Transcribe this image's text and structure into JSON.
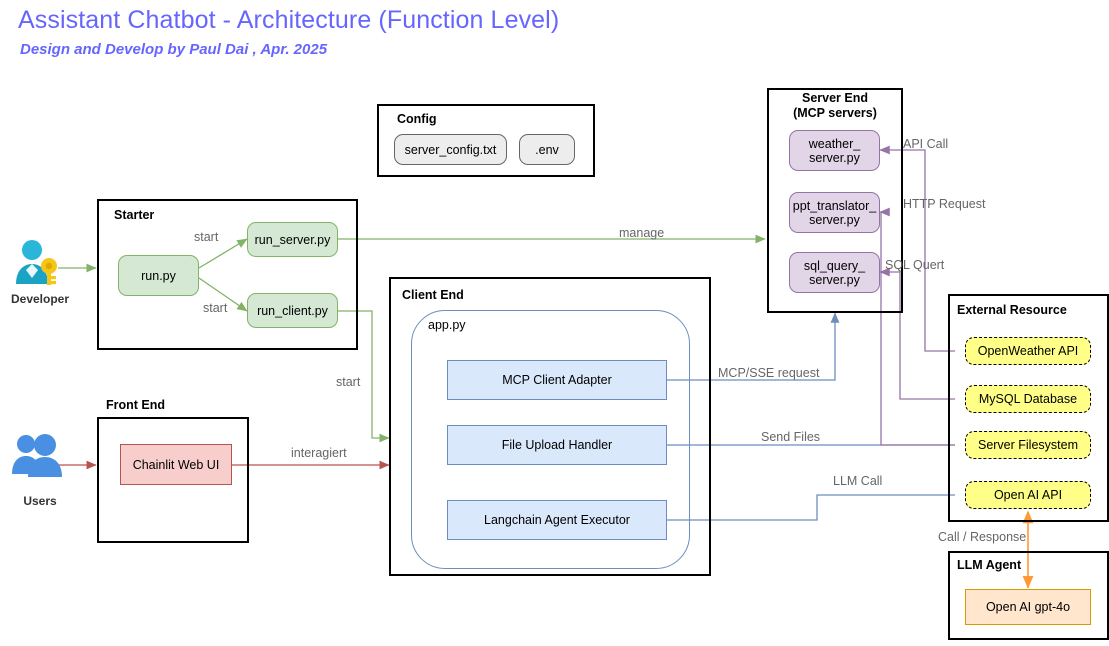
{
  "header": {
    "title": "Assistant Chatbot - Architecture (Function Level)",
    "subtitle": "Design and Develop by Paul Dai , Apr. 2025",
    "title_color": "#6666ff"
  },
  "actors": [
    {
      "name": "developer",
      "label": "Developer",
      "icon": "person-with-key-icon"
    },
    {
      "name": "users",
      "label": "Users",
      "icon": "two-people-icon"
    }
  ],
  "groups": {
    "config": {
      "title": "Config"
    },
    "starter": {
      "title": "Starter"
    },
    "frontend": {
      "title": "Front End"
    },
    "clientend": {
      "title": "Client End",
      "inner_label": "app.py"
    },
    "serverend": {
      "title": "Server End\n(MCP servers)"
    },
    "external": {
      "title": "External Resource"
    },
    "llmagent": {
      "title": "LLM Agent"
    }
  },
  "nodes": {
    "config": [
      {
        "name": "server-config-txt",
        "label": "server_config.txt"
      },
      {
        "name": "dot-env",
        "label": ".env"
      }
    ],
    "starter": [
      {
        "name": "run-py",
        "label": "run.py"
      },
      {
        "name": "run-server-py",
        "label": "run_server.py"
      },
      {
        "name": "run-client-py",
        "label": "run_client.py"
      }
    ],
    "frontend": [
      {
        "name": "chainlit-web-ui",
        "label": "Chainlit Web UI"
      }
    ],
    "clientend": [
      {
        "name": "mcp-client-adapter",
        "label": "MCP Client Adapter"
      },
      {
        "name": "file-upload-handler",
        "label": "File Upload Handler"
      },
      {
        "name": "langchain-agent-executor",
        "label": "Langchain Agent Executor"
      }
    ],
    "serverend": [
      {
        "name": "weather-server-py",
        "label": "weather_\nserver.py"
      },
      {
        "name": "ppt-translator-server-py",
        "label": "ppt_translator_\nserver.py"
      },
      {
        "name": "sql-query-server-py",
        "label": "sql_query_\nserver.py"
      }
    ],
    "external": [
      {
        "name": "openweather-api",
        "label": "OpenWeather API"
      },
      {
        "name": "mysql-database",
        "label": "MySQL Database"
      },
      {
        "name": "server-filesystem",
        "label": "Server Filesystem"
      },
      {
        "name": "open-ai-api",
        "label": "Open AI API"
      }
    ],
    "llmagent": [
      {
        "name": "open-ai-gpt-4o",
        "label": "Open AI gpt-4o"
      }
    ]
  },
  "edge_labels": {
    "start_server": "start",
    "start_client": "start",
    "start_app": "start",
    "interagiert": "interagiert",
    "manage": "manage",
    "mcp_sse_request": "MCP/SSE request",
    "send_files": "Send Files",
    "llm_call": "LLM Call",
    "api_call": "API Call",
    "http_request": "HTTP Request",
    "sql_query": "SQL Quert",
    "call_response": "Call / Response"
  },
  "colors": {
    "green": "#82b366",
    "purple": "#9673a6",
    "blue": "#6c8ebf",
    "red": "#b85450",
    "orange": "#ff9933",
    "yellow_fill": "#ffff88",
    "label_grey": "#666666"
  }
}
